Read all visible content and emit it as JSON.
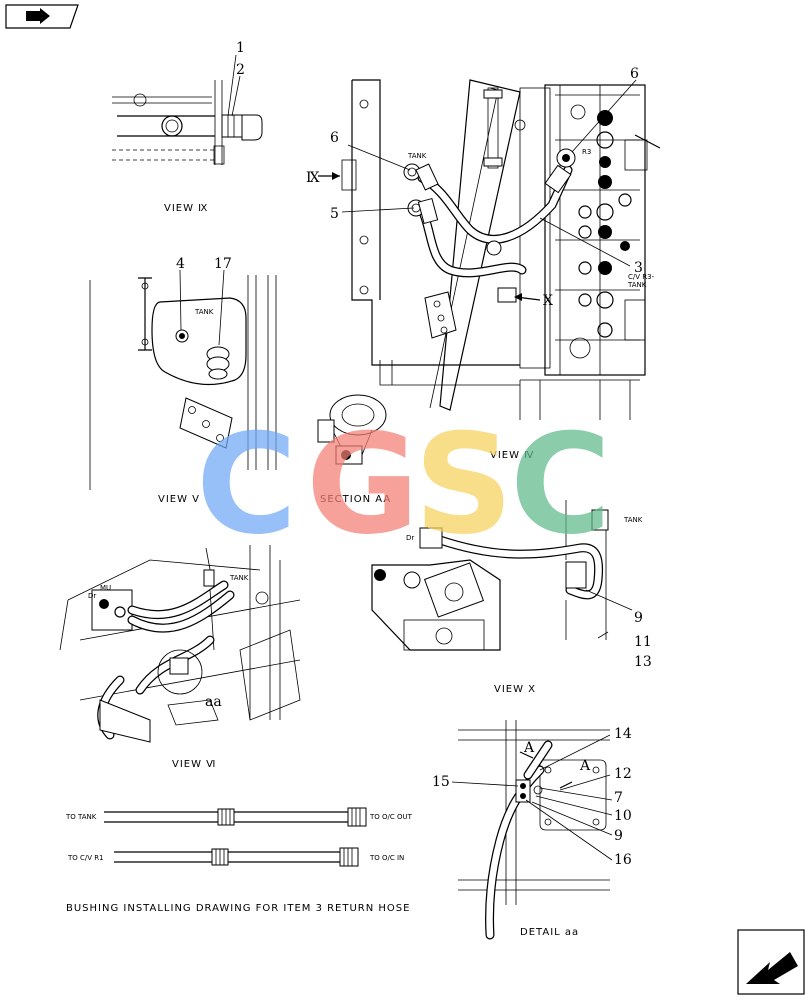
{
  "views": {
    "view_ix": "VIEW Ⅸ",
    "view_iv": "VIEW Ⅳ",
    "view_v": "VIEW Ⅴ",
    "section_aa": "SECTION AA",
    "view_vi": "VIEW Ⅵ",
    "view_x": "VIEW X",
    "detail_aa": "DETAIL aa"
  },
  "labels": {
    "tank": "TANK",
    "r3": "R3",
    "cv_r3_tank_1": "C/V R3-",
    "cv_r3_tank_2": "TANK",
    "dr": "Dr",
    "mu": "MU",
    "arrow_ix": "Ⅸ",
    "arrow_x": "X",
    "aa": "aa",
    "section_a": "A"
  },
  "callouts": {
    "c1": "1",
    "c2": "2",
    "c3": "3",
    "c4": "4",
    "c5": "5",
    "c6": "6",
    "c7": "7",
    "c9": "9",
    "c10": "10",
    "c11": "11",
    "c12": "12",
    "c13": "13",
    "c14": "14",
    "c15": "15",
    "c16": "16",
    "c17": "17"
  },
  "bushing": {
    "to_tank": "TO TANK",
    "to_oc_out": "TO O/C OUT",
    "to_cv_r1": "TO C/V R1",
    "to_oc_in": "TO O/C IN",
    "caption": "BUSHING INSTALLING DRAWING FOR ITEM 3 RETURN HOSE"
  },
  "watermark": {
    "letters": [
      "C",
      "G",
      "S",
      "C"
    ],
    "colors": [
      "#6fa8f5",
      "#f47e75",
      "#f7d25c",
      "#5fba8c"
    ]
  }
}
